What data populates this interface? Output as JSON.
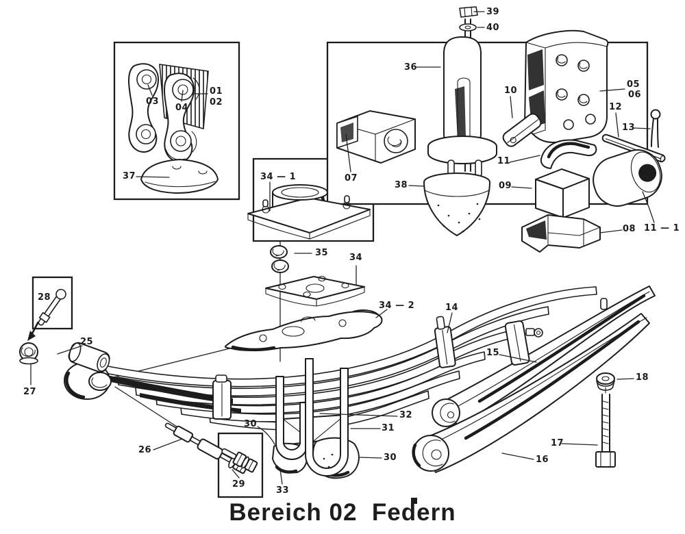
{
  "diagram": {
    "title": "Bereich 02  Federn",
    "callouts": {
      "c01": "01",
      "c02": "02",
      "c03": "03",
      "c04": "04",
      "c05": "05",
      "c06": "06",
      "c07": "07",
      "c08": "08",
      "c09": "09",
      "c10": "10",
      "c11": "11",
      "c11_1": "11 — 1",
      "c12": "12",
      "c13": "13",
      "c14": "14",
      "c15": "15",
      "c16": "16",
      "c17": "17",
      "c18": "18",
      "c25": "25",
      "c26": "26",
      "c27": "27",
      "c28": "28",
      "c29": "29",
      "c30a": "30",
      "c30b": "30",
      "c31": "31",
      "c32": "32",
      "c33": "33",
      "c34": "34",
      "c34_1": "34 — 1",
      "c34_2": "34 — 2",
      "c35": "35",
      "c36": "36",
      "c37": "37",
      "c38": "38",
      "c39": "39",
      "c40": "40"
    }
  }
}
